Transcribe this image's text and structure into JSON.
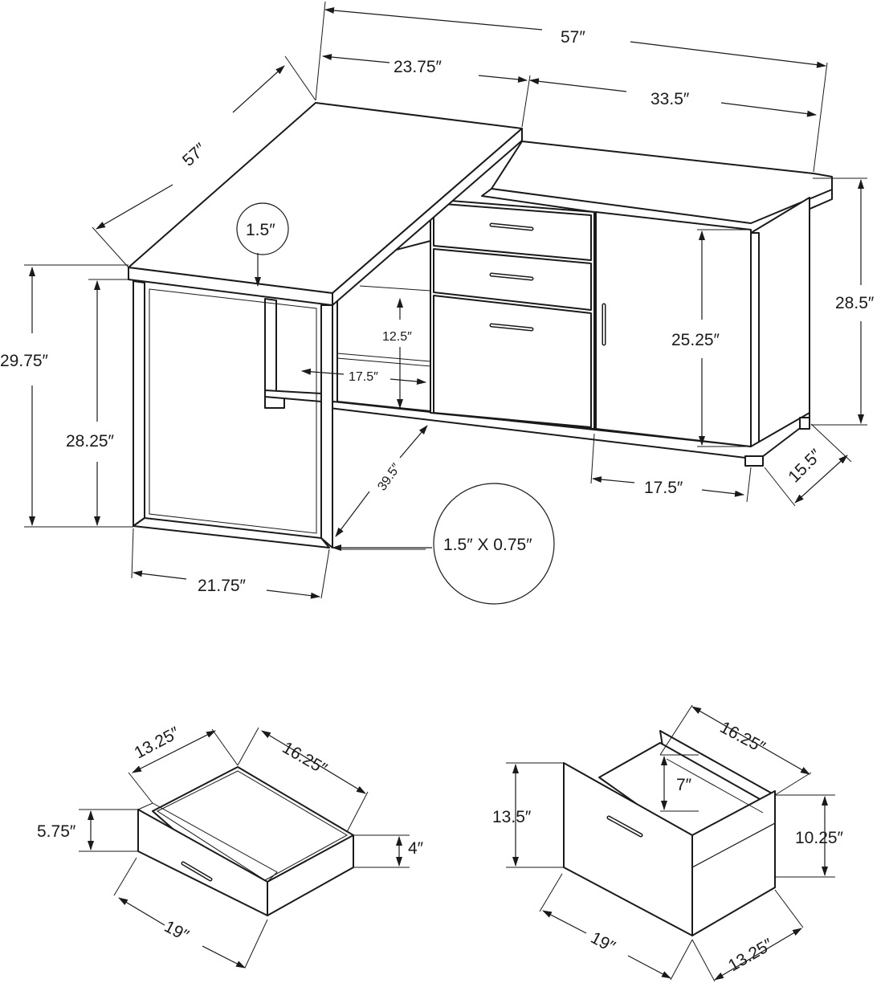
{
  "desk": {
    "labels": {
      "total_width": "57″",
      "return_width": "23.75″",
      "cabinet_width": "33.5″",
      "return_depth": "57″",
      "top_thickness": "1.5″",
      "total_height": "29.75″",
      "leg_height": "28.25″",
      "shelf_height": "12.5″",
      "shelf_depth": "17.5″",
      "knee_clearance": "39.5″",
      "leg_tube": "1.5″ X 0.75″",
      "leg_width": "21.75″",
      "cabinet_height": "28.5″",
      "door_height": "25.25″",
      "door_width": "17.5″",
      "cabinet_depth": "15.5″"
    }
  },
  "small_drawer": {
    "labels": {
      "interior_width": "13.25″",
      "interior_depth": "16.25″",
      "front_height": "5.75″",
      "side_height": "4″",
      "front_width": "19″"
    }
  },
  "file_drawer": {
    "labels": {
      "interior_depth": "16.25″",
      "rail_height": "7″",
      "front_height": "13.5″",
      "side_height": "10.25″",
      "front_width": "19″",
      "interior_width": "13.25″"
    }
  }
}
